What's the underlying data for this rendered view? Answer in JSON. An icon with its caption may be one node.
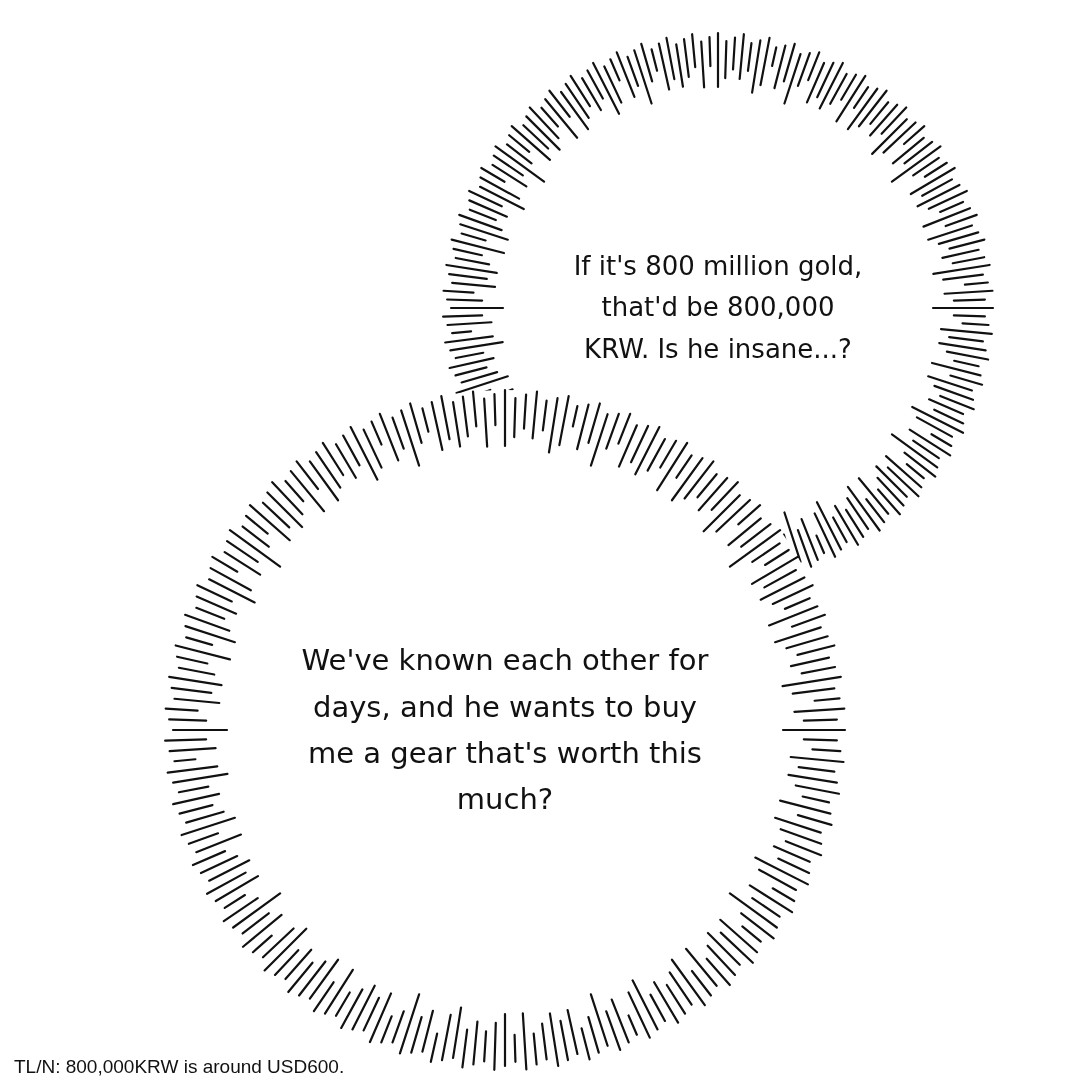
{
  "diagram": {
    "nodes": [
      {
        "text": [
          "If it's 800 million gold, that'd be 800,000 KRW. Is he insane...?"
        ]
      },
      {
        "text": [
          "We've known each other for days, and he wants to buy me a gear that's worth this much?"
        ]
      }
    ],
    "labels": [
      "TL/N: 800,000KRW is around USD600."
    ]
  }
}
